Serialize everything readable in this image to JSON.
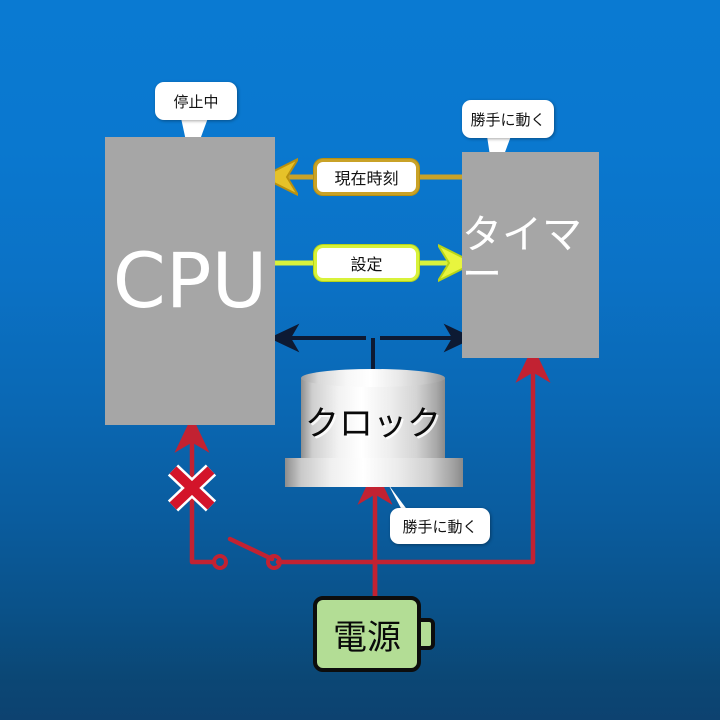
{
  "diagram": {
    "title": "CPU / Timer / Clock power diagram",
    "background_top_color": "#0a7ad2",
    "background_bottom_color": "#0d4270"
  },
  "blocks": {
    "cpu": {
      "label": "CPU",
      "fill": "#a6a6a6",
      "text_color": "#ffffff"
    },
    "timer": {
      "label": "タイマー",
      "fill": "#a6a6a6",
      "text_color": "#ffffff"
    },
    "clock": {
      "label": "クロック",
      "fill": "#e8e8e8",
      "text_color": "#0a0a0a"
    },
    "battery": {
      "label": "電源",
      "fill": "#b3dd95",
      "text_color": "#0a0a0a"
    }
  },
  "signals": {
    "current_time": {
      "label": "現在時刻",
      "border_color": "#c9a227",
      "direction": "timer-to-cpu"
    },
    "setting": {
      "label": "設定",
      "border_color": "#d8f23a",
      "direction": "cpu-to-timer"
    }
  },
  "callouts": {
    "cpu_state": {
      "label": "停止中"
    },
    "timer_state": {
      "label": "勝手に動く"
    },
    "clock_state": {
      "label": "勝手に動く"
    }
  },
  "wires": {
    "power_color": "#c22232",
    "clock_bus_color": "#0d1a33",
    "blocked_marker": "×",
    "switch_state": "open"
  }
}
